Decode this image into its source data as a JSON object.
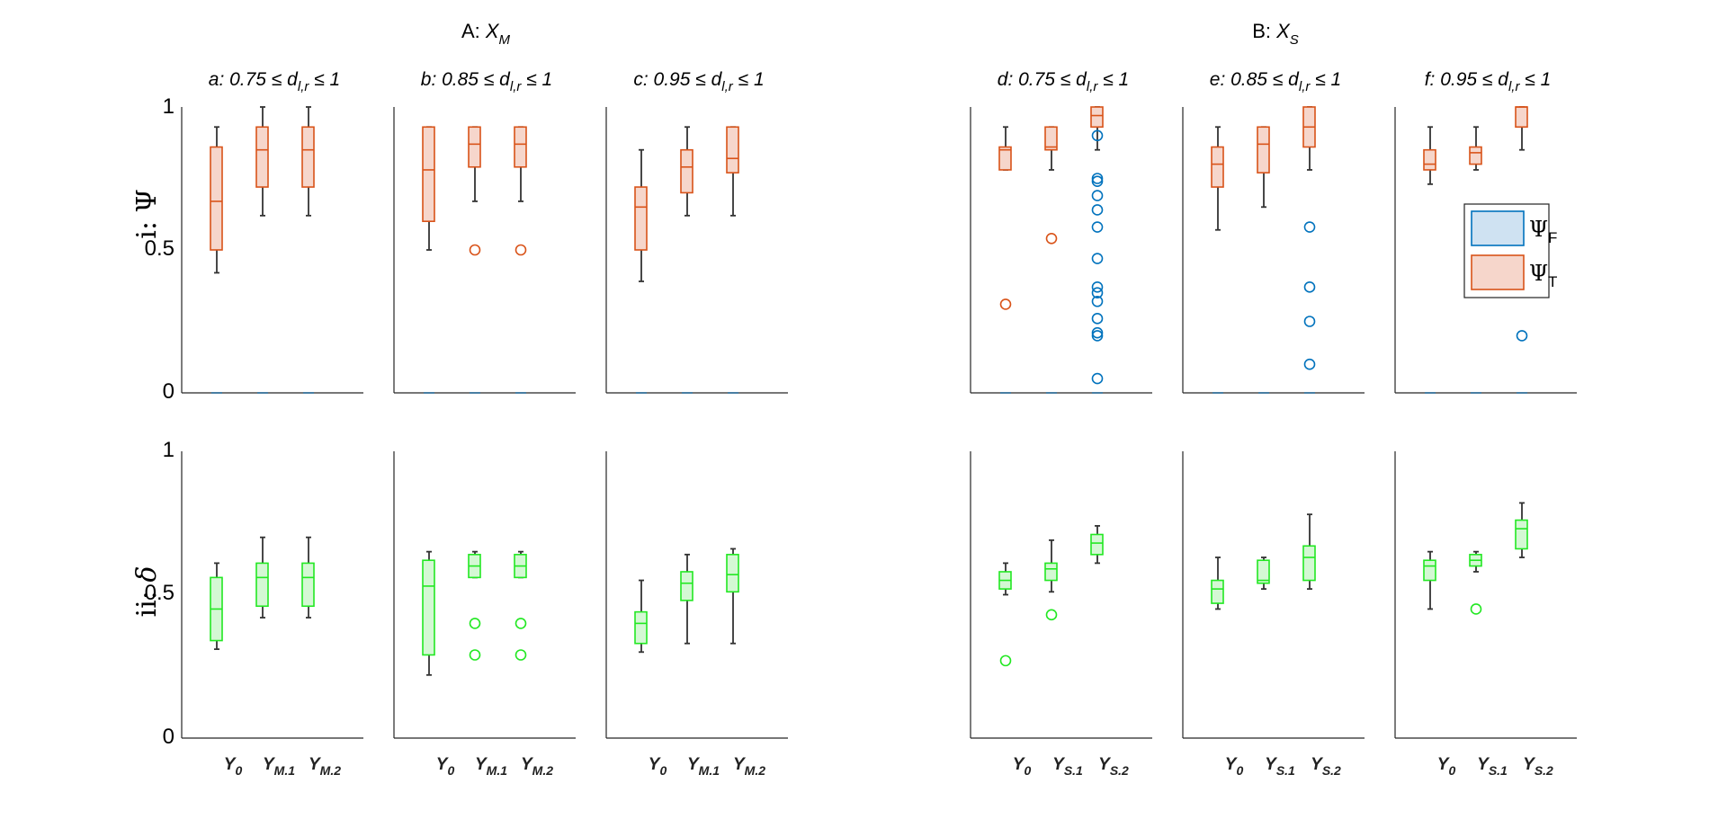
{
  "figure": {
    "group_titles": [
      {
        "letter": "A: ",
        "var": "X",
        "sub": "M"
      },
      {
        "letter": "B: ",
        "var": "X",
        "sub": "S"
      }
    ],
    "row_labels": [
      {
        "prefix": "i: ",
        "symbol": "Ψ"
      },
      {
        "prefix": "ii: ",
        "symbol": "δ"
      }
    ],
    "panel_titles": [
      {
        "pre": "a: 0.75 ≤ d",
        "sub": "l,r",
        "post": " ≤ 1"
      },
      {
        "pre": "b: 0.85 ≤ d",
        "sub": "l,r",
        "post": " ≤ 1"
      },
      {
        "pre": "c: 0.95 ≤ d",
        "sub": "l,r",
        "post": " ≤ 1"
      },
      {
        "pre": "d: 0.75 ≤ d",
        "sub": "l,r",
        "post": " ≤ 1"
      },
      {
        "pre": "e: 0.85 ≤ d",
        "sub": "l,r",
        "post": " ≤ 1"
      },
      {
        "pre": "f: 0.95 ≤ d",
        "sub": "l,r",
        "post": " ≤ 1"
      }
    ],
    "y_ticks": [
      "0",
      "0.5",
      "1"
    ],
    "x_labels": {
      "M": [
        {
          "b": "Y",
          "s": "0"
        },
        {
          "b": "Y",
          "s": "M.1"
        },
        {
          "b": "Y",
          "s": "M.2"
        }
      ],
      "S": [
        {
          "b": "Y",
          "s": "0"
        },
        {
          "b": "Y",
          "s": "S.1"
        },
        {
          "b": "Y",
          "s": "S.2"
        }
      ]
    },
    "legend": [
      {
        "symbol": "Ψ",
        "sub": "F",
        "color": "#0072bd",
        "fill": "#cfe2f2"
      },
      {
        "symbol": "Ψ",
        "sub": "T",
        "color": "#d95319",
        "fill": "#f6d6cb"
      }
    ],
    "colors": {
      "psiF": "#0072bd",
      "psiT": "#d95319",
      "delta": "#22e822",
      "whisker": "#333333"
    }
  },
  "chart_data": [
    {
      "type": "box",
      "panel": "a",
      "row": "psi",
      "ylim": [
        0,
        1
      ],
      "categories": [
        "Y0",
        "YM.1",
        "YM.2"
      ],
      "series": [
        {
          "name": "Ψ_T",
          "boxes": [
            {
              "min": 0.42,
              "q1": 0.5,
              "median": 0.67,
              "q3": 0.86,
              "max": 0.93,
              "outliers": []
            },
            {
              "min": 0.62,
              "q1": 0.72,
              "median": 0.85,
              "q3": 0.93,
              "max": 1.0,
              "outliers": []
            },
            {
              "min": 0.62,
              "q1": 0.72,
              "median": 0.85,
              "q3": 0.93,
              "max": 1.0,
              "outliers": []
            }
          ]
        },
        {
          "name": "Ψ_F",
          "boxes": [
            {
              "min": 0,
              "q1": 0,
              "median": 0,
              "q3": 0,
              "max": 0,
              "outliers": []
            },
            {
              "min": 0,
              "q1": 0,
              "median": 0,
              "q3": 0,
              "max": 0,
              "outliers": []
            },
            {
              "min": 0,
              "q1": 0,
              "median": 0,
              "q3": 0,
              "max": 0,
              "outliers": []
            }
          ]
        }
      ]
    },
    {
      "type": "box",
      "panel": "b",
      "row": "psi",
      "ylim": [
        0,
        1
      ],
      "categories": [
        "Y0",
        "YM.1",
        "YM.2"
      ],
      "series": [
        {
          "name": "Ψ_T",
          "boxes": [
            {
              "min": 0.5,
              "q1": 0.6,
              "median": 0.78,
              "q3": 0.93,
              "max": 0.93,
              "outliers": []
            },
            {
              "min": 0.67,
              "q1": 0.79,
              "median": 0.87,
              "q3": 0.93,
              "max": 0.93,
              "outliers": [
                0.5
              ]
            },
            {
              "min": 0.67,
              "q1": 0.79,
              "median": 0.87,
              "q3": 0.93,
              "max": 0.93,
              "outliers": [
                0.5
              ]
            }
          ]
        },
        {
          "name": "Ψ_F",
          "boxes": [
            {
              "min": 0,
              "q1": 0,
              "median": 0,
              "q3": 0,
              "max": 0,
              "outliers": []
            },
            {
              "min": 0,
              "q1": 0,
              "median": 0,
              "q3": 0,
              "max": 0,
              "outliers": []
            },
            {
              "min": 0,
              "q1": 0,
              "median": 0,
              "q3": 0,
              "max": 0,
              "outliers": []
            }
          ]
        }
      ]
    },
    {
      "type": "box",
      "panel": "c",
      "row": "psi",
      "ylim": [
        0,
        1
      ],
      "categories": [
        "Y0",
        "YM.1",
        "YM.2"
      ],
      "series": [
        {
          "name": "Ψ_T",
          "boxes": [
            {
              "min": 0.39,
              "q1": 0.5,
              "median": 0.65,
              "q3": 0.72,
              "max": 0.85,
              "outliers": []
            },
            {
              "min": 0.62,
              "q1": 0.7,
              "median": 0.79,
              "q3": 0.85,
              "max": 0.93,
              "outliers": []
            },
            {
              "min": 0.62,
              "q1": 0.77,
              "median": 0.82,
              "q3": 0.93,
              "max": 0.93,
              "outliers": []
            }
          ]
        },
        {
          "name": "Ψ_F",
          "boxes": [
            {
              "min": 0,
              "q1": 0,
              "median": 0,
              "q3": 0,
              "max": 0,
              "outliers": []
            },
            {
              "min": 0,
              "q1": 0,
              "median": 0,
              "q3": 0,
              "max": 0,
              "outliers": []
            },
            {
              "min": 0,
              "q1": 0,
              "median": 0,
              "q3": 0,
              "max": 0,
              "outliers": []
            }
          ]
        }
      ]
    },
    {
      "type": "box",
      "panel": "d",
      "row": "psi",
      "ylim": [
        0,
        1
      ],
      "categories": [
        "Y0",
        "YS.1",
        "YS.2"
      ],
      "series": [
        {
          "name": "Ψ_T",
          "boxes": [
            {
              "min": 0.78,
              "q1": 0.78,
              "median": 0.85,
              "q3": 0.86,
              "max": 0.93,
              "outliers": [
                0.31
              ]
            },
            {
              "min": 0.78,
              "q1": 0.85,
              "median": 0.86,
              "q3": 0.93,
              "max": 0.93,
              "outliers": [
                0.54
              ]
            },
            {
              "min": 0.85,
              "q1": 0.93,
              "median": 0.97,
              "q3": 1.0,
              "max": 1.0,
              "outliers": []
            }
          ]
        },
        {
          "name": "Ψ_F",
          "boxes": [
            {
              "min": 0,
              "q1": 0,
              "median": 0,
              "q3": 0,
              "max": 0,
              "outliers": []
            },
            {
              "min": 0,
              "q1": 0,
              "median": 0,
              "q3": 0,
              "max": 0,
              "outliers": []
            },
            {
              "min": 0,
              "q1": 0,
              "median": 0,
              "q3": 0,
              "max": 0,
              "outliers": [
                0.05,
                0.2,
                0.21,
                0.26,
                0.32,
                0.35,
                0.37,
                0.47,
                0.58,
                0.64,
                0.69,
                0.74,
                0.75,
                0.9
              ]
            }
          ]
        }
      ]
    },
    {
      "type": "box",
      "panel": "e",
      "row": "psi",
      "ylim": [
        0,
        1
      ],
      "categories": [
        "Y0",
        "YS.1",
        "YS.2"
      ],
      "series": [
        {
          "name": "Ψ_T",
          "boxes": [
            {
              "min": 0.57,
              "q1": 0.72,
              "median": 0.8,
              "q3": 0.86,
              "max": 0.93,
              "outliers": []
            },
            {
              "min": 0.65,
              "q1": 0.77,
              "median": 0.87,
              "q3": 0.93,
              "max": 0.93,
              "outliers": []
            },
            {
              "min": 0.78,
              "q1": 0.86,
              "median": 0.93,
              "q3": 1.0,
              "max": 1.0,
              "outliers": []
            }
          ]
        },
        {
          "name": "Ψ_F",
          "boxes": [
            {
              "min": 0,
              "q1": 0,
              "median": 0,
              "q3": 0,
              "max": 0,
              "outliers": []
            },
            {
              "min": 0,
              "q1": 0,
              "median": 0,
              "q3": 0,
              "max": 0,
              "outliers": []
            },
            {
              "min": 0,
              "q1": 0,
              "median": 0,
              "q3": 0,
              "max": 0,
              "outliers": [
                0.1,
                0.25,
                0.37,
                0.58
              ]
            }
          ]
        }
      ]
    },
    {
      "type": "box",
      "panel": "f",
      "row": "psi",
      "ylim": [
        0,
        1
      ],
      "categories": [
        "Y0",
        "YS.1",
        "YS.2"
      ],
      "series": [
        {
          "name": "Ψ_T",
          "boxes": [
            {
              "min": 0.73,
              "q1": 0.78,
              "median": 0.8,
              "q3": 0.85,
              "max": 0.93,
              "outliers": []
            },
            {
              "min": 0.78,
              "q1": 0.8,
              "median": 0.84,
              "q3": 0.86,
              "max": 0.93,
              "outliers": []
            },
            {
              "min": 0.85,
              "q1": 0.93,
              "median": 1.0,
              "q3": 1.0,
              "max": 1.0,
              "outliers": []
            }
          ]
        },
        {
          "name": "Ψ_F",
          "boxes": [
            {
              "min": 0,
              "q1": 0,
              "median": 0,
              "q3": 0,
              "max": 0,
              "outliers": []
            },
            {
              "min": 0,
              "q1": 0,
              "median": 0,
              "q3": 0,
              "max": 0,
              "outliers": []
            },
            {
              "min": 0,
              "q1": 0,
              "median": 0,
              "q3": 0,
              "max": 0,
              "outliers": [
                0.2
              ]
            }
          ]
        }
      ]
    },
    {
      "type": "box",
      "panel": "a",
      "row": "delta",
      "ylim": [
        0,
        1
      ],
      "categories": [
        "Y0",
        "YM.1",
        "YM.2"
      ],
      "series": [
        {
          "name": "δ",
          "boxes": [
            {
              "min": 0.31,
              "q1": 0.34,
              "median": 0.45,
              "q3": 0.56,
              "max": 0.61,
              "outliers": []
            },
            {
              "min": 0.42,
              "q1": 0.46,
              "median": 0.56,
              "q3": 0.61,
              "max": 0.7,
              "outliers": []
            },
            {
              "min": 0.42,
              "q1": 0.46,
              "median": 0.56,
              "q3": 0.61,
              "max": 0.7,
              "outliers": []
            }
          ]
        }
      ]
    },
    {
      "type": "box",
      "panel": "b",
      "row": "delta",
      "ylim": [
        0,
        1
      ],
      "categories": [
        "Y0",
        "YM.1",
        "YM.2"
      ],
      "series": [
        {
          "name": "δ",
          "boxes": [
            {
              "min": 0.22,
              "q1": 0.29,
              "median": 0.53,
              "q3": 0.62,
              "max": 0.65,
              "outliers": []
            },
            {
              "min": 0.56,
              "q1": 0.56,
              "median": 0.6,
              "q3": 0.64,
              "max": 0.65,
              "outliers": [
                0.29,
                0.4
              ]
            },
            {
              "min": 0.56,
              "q1": 0.56,
              "median": 0.6,
              "q3": 0.64,
              "max": 0.65,
              "outliers": [
                0.29,
                0.4
              ]
            }
          ]
        }
      ]
    },
    {
      "type": "box",
      "panel": "c",
      "row": "delta",
      "ylim": [
        0,
        1
      ],
      "categories": [
        "Y0",
        "YM.1",
        "YM.2"
      ],
      "series": [
        {
          "name": "δ",
          "boxes": [
            {
              "min": 0.3,
              "q1": 0.33,
              "median": 0.4,
              "q3": 0.44,
              "max": 0.55,
              "outliers": []
            },
            {
              "min": 0.33,
              "q1": 0.48,
              "median": 0.54,
              "q3": 0.58,
              "max": 0.64,
              "outliers": []
            },
            {
              "min": 0.33,
              "q1": 0.51,
              "median": 0.57,
              "q3": 0.64,
              "max": 0.66,
              "outliers": []
            }
          ]
        }
      ]
    },
    {
      "type": "box",
      "panel": "d",
      "row": "delta",
      "ylim": [
        0,
        1
      ],
      "categories": [
        "Y0",
        "YS.1",
        "YS.2"
      ],
      "series": [
        {
          "name": "δ",
          "boxes": [
            {
              "min": 0.5,
              "q1": 0.52,
              "median": 0.55,
              "q3": 0.58,
              "max": 0.61,
              "outliers": [
                0.27
              ]
            },
            {
              "min": 0.51,
              "q1": 0.55,
              "median": 0.59,
              "q3": 0.61,
              "max": 0.69,
              "outliers": [
                0.43
              ]
            },
            {
              "min": 0.61,
              "q1": 0.64,
              "median": 0.68,
              "q3": 0.71,
              "max": 0.74,
              "outliers": []
            }
          ]
        }
      ]
    },
    {
      "type": "box",
      "panel": "e",
      "row": "delta",
      "ylim": [
        0,
        1
      ],
      "categories": [
        "Y0",
        "YS.1",
        "YS.2"
      ],
      "series": [
        {
          "name": "δ",
          "boxes": [
            {
              "min": 0.45,
              "q1": 0.47,
              "median": 0.52,
              "q3": 0.55,
              "max": 0.63,
              "outliers": []
            },
            {
              "min": 0.52,
              "q1": 0.54,
              "median": 0.55,
              "q3": 0.62,
              "max": 0.63,
              "outliers": []
            },
            {
              "min": 0.52,
              "q1": 0.55,
              "median": 0.63,
              "q3": 0.67,
              "max": 0.78,
              "outliers": []
            }
          ]
        }
      ]
    },
    {
      "type": "box",
      "panel": "f",
      "row": "delta",
      "ylim": [
        0,
        1
      ],
      "categories": [
        "Y0",
        "YS.1",
        "YS.2"
      ],
      "series": [
        {
          "name": "δ",
          "boxes": [
            {
              "min": 0.45,
              "q1": 0.55,
              "median": 0.6,
              "q3": 0.62,
              "max": 0.65,
              "outliers": []
            },
            {
              "min": 0.58,
              "q1": 0.6,
              "median": 0.62,
              "q3": 0.64,
              "max": 0.65,
              "outliers": [
                0.45
              ]
            },
            {
              "min": 0.63,
              "q1": 0.66,
              "median": 0.73,
              "q3": 0.76,
              "max": 0.82,
              "outliers": []
            }
          ]
        }
      ]
    }
  ]
}
